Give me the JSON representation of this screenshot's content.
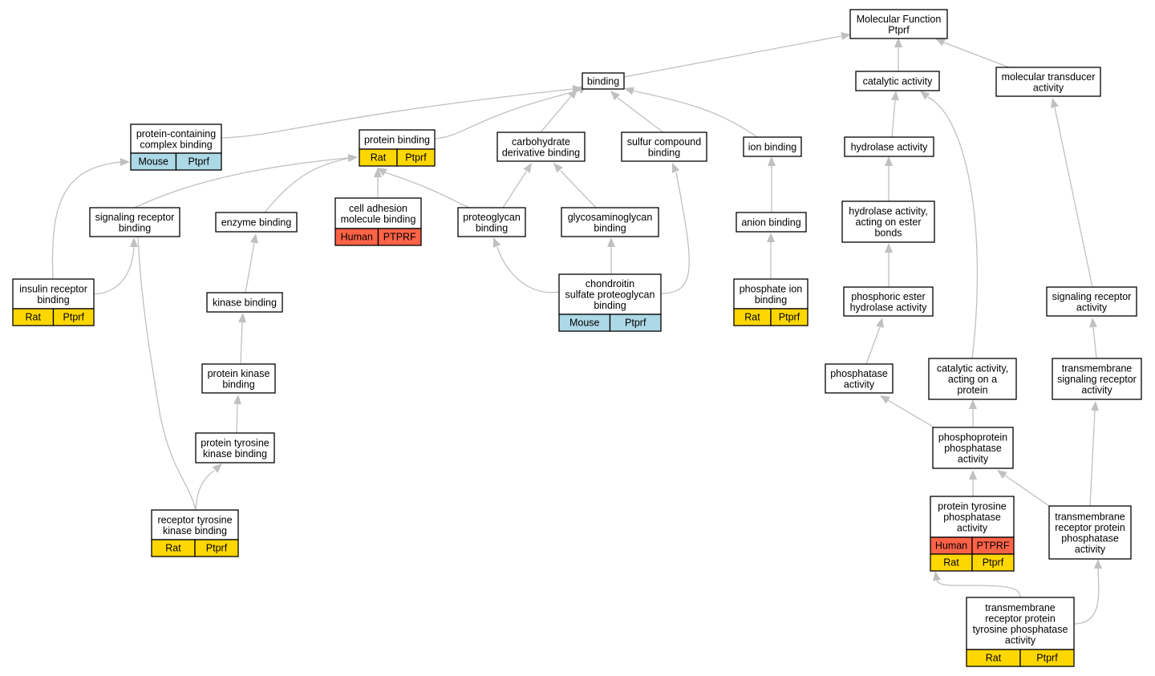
{
  "colors": {
    "edge": "#c0c0c0",
    "node_fill": "#ffffff",
    "node_border": "#000000",
    "rat": "#ffd700",
    "mouse": "#add8e6",
    "human": "#ff6347"
  },
  "nodes": [
    {
      "id": "mf",
      "lines": [
        "Molecular Function",
        "Ptprf"
      ]
    },
    {
      "id": "binding",
      "lines": [
        "binding"
      ]
    },
    {
      "id": "catalytic",
      "lines": [
        "catalytic activity"
      ]
    },
    {
      "id": "transducer",
      "lines": [
        "molecular transducer",
        "activity"
      ]
    },
    {
      "id": "pcb",
      "lines": [
        "protein-containing",
        "complex binding"
      ],
      "annotations": [
        {
          "organism": "Mouse",
          "gene": "Ptprf",
          "color": "mouse"
        }
      ]
    },
    {
      "id": "pb",
      "lines": [
        "protein binding"
      ],
      "annotations": [
        {
          "organism": "Rat",
          "gene": "Ptprf",
          "color": "rat"
        }
      ]
    },
    {
      "id": "carb",
      "lines": [
        "carbohydrate",
        "derivative binding"
      ]
    },
    {
      "id": "sulfur",
      "lines": [
        "sulfur compound",
        "binding"
      ]
    },
    {
      "id": "ion",
      "lines": [
        "ion binding"
      ]
    },
    {
      "id": "hydrolase",
      "lines": [
        "hydrolase activity"
      ]
    },
    {
      "id": "srb",
      "lines": [
        "signaling receptor",
        "binding"
      ]
    },
    {
      "id": "enzyme",
      "lines": [
        "enzyme binding"
      ]
    },
    {
      "id": "cam",
      "lines": [
        "cell adhesion",
        "molecule binding"
      ],
      "annotations": [
        {
          "organism": "Human",
          "gene": "PTPRF",
          "color": "human"
        }
      ]
    },
    {
      "id": "proteoglycan",
      "lines": [
        "proteoglycan",
        "binding"
      ]
    },
    {
      "id": "gag",
      "lines": [
        "glycosaminoglycan",
        "binding"
      ]
    },
    {
      "id": "anion",
      "lines": [
        "anion binding"
      ]
    },
    {
      "id": "ester",
      "lines": [
        "hydrolase activity,",
        "acting on ester",
        "bonds"
      ]
    },
    {
      "id": "insulin",
      "lines": [
        "insulin receptor",
        "binding"
      ],
      "annotations": [
        {
          "organism": "Rat",
          "gene": "Ptprf",
          "color": "rat"
        }
      ]
    },
    {
      "id": "kinase",
      "lines": [
        "kinase binding"
      ]
    },
    {
      "id": "chondroitin",
      "lines": [
        "chondroitin",
        "sulfate proteoglycan",
        "binding"
      ],
      "annotations": [
        {
          "organism": "Mouse",
          "gene": "Ptprf",
          "color": "mouse"
        }
      ]
    },
    {
      "id": "phosphateion",
      "lines": [
        "phosphate ion",
        "binding"
      ],
      "annotations": [
        {
          "organism": "Rat",
          "gene": "Ptprf",
          "color": "rat"
        }
      ]
    },
    {
      "id": "phosphoric",
      "lines": [
        "phosphoric ester",
        "hydrolase activity"
      ]
    },
    {
      "id": "srActivity",
      "lines": [
        "signaling receptor",
        "activity"
      ]
    },
    {
      "id": "pkb",
      "lines": [
        "protein kinase",
        "binding"
      ]
    },
    {
      "id": "phosphatase",
      "lines": [
        "phosphatase",
        "activity"
      ]
    },
    {
      "id": "catProtein",
      "lines": [
        "catalytic activity,",
        "acting on a",
        "protein"
      ]
    },
    {
      "id": "tmsra",
      "lines": [
        "transmembrane",
        "signaling receptor",
        "activity"
      ]
    },
    {
      "id": "ptkb",
      "lines": [
        "protein tyrosine",
        "kinase binding"
      ]
    },
    {
      "id": "ppa",
      "lines": [
        "phosphoprotein",
        "phosphatase",
        "activity"
      ]
    },
    {
      "id": "rtkb",
      "lines": [
        "receptor tyrosine",
        "kinase binding"
      ],
      "annotations": [
        {
          "organism": "Rat",
          "gene": "Ptprf",
          "color": "rat"
        }
      ]
    },
    {
      "id": "ptpa",
      "lines": [
        "protein tyrosine",
        "phosphatase",
        "activity"
      ],
      "annotations": [
        {
          "organism": "Human",
          "gene": "PTPRF",
          "color": "human"
        },
        {
          "organism": "Rat",
          "gene": "Ptprf",
          "color": "rat"
        }
      ]
    },
    {
      "id": "tmrppa",
      "lines": [
        "transmembrane",
        "receptor protein",
        "phosphatase",
        "activity"
      ]
    },
    {
      "id": "tmrptpa",
      "lines": [
        "transmembrane",
        "receptor protein",
        "tyrosine phosphatase",
        "activity"
      ],
      "annotations": [
        {
          "organism": "Rat",
          "gene": "Ptprf",
          "color": "rat"
        }
      ]
    }
  ]
}
